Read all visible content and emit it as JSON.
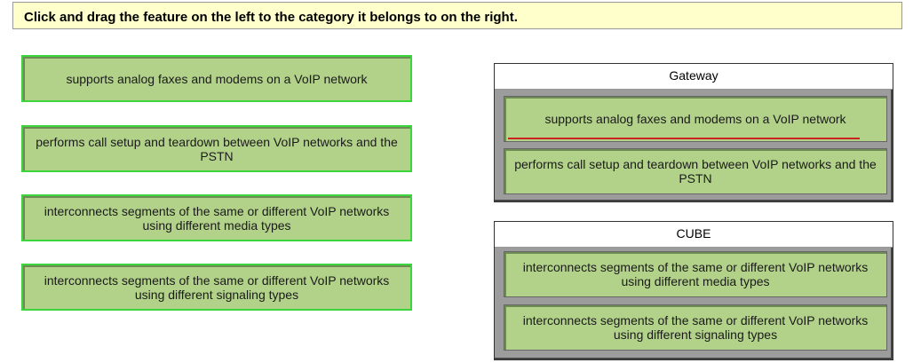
{
  "instruction": "Click and drag the feature on the left to the category it belongs to on the right.",
  "left_items": [
    "supports analog faxes and modems on a VoIP network",
    "performs call setup and teardown between VoIP networks and the PSTN",
    "interconnects segments of the same or different VoIP networks using different media types",
    "interconnects segments of the same or different VoIP networks using different signaling types"
  ],
  "categories": [
    {
      "title": "Gateway",
      "items": [
        "supports analog faxes and modems on a VoIP network",
        "performs call setup and teardown between VoIP networks and the PSTN"
      ]
    },
    {
      "title": "CUBE",
      "items": [
        "interconnects segments of the same or different VoIP networks using different media types",
        "interconnects segments of the same or different VoIP networks using different signaling types"
      ]
    }
  ],
  "colors": {
    "item_fill": "#b7d78e",
    "item_border": "#3bd63b",
    "instruction_bg": "#ffffcc"
  }
}
